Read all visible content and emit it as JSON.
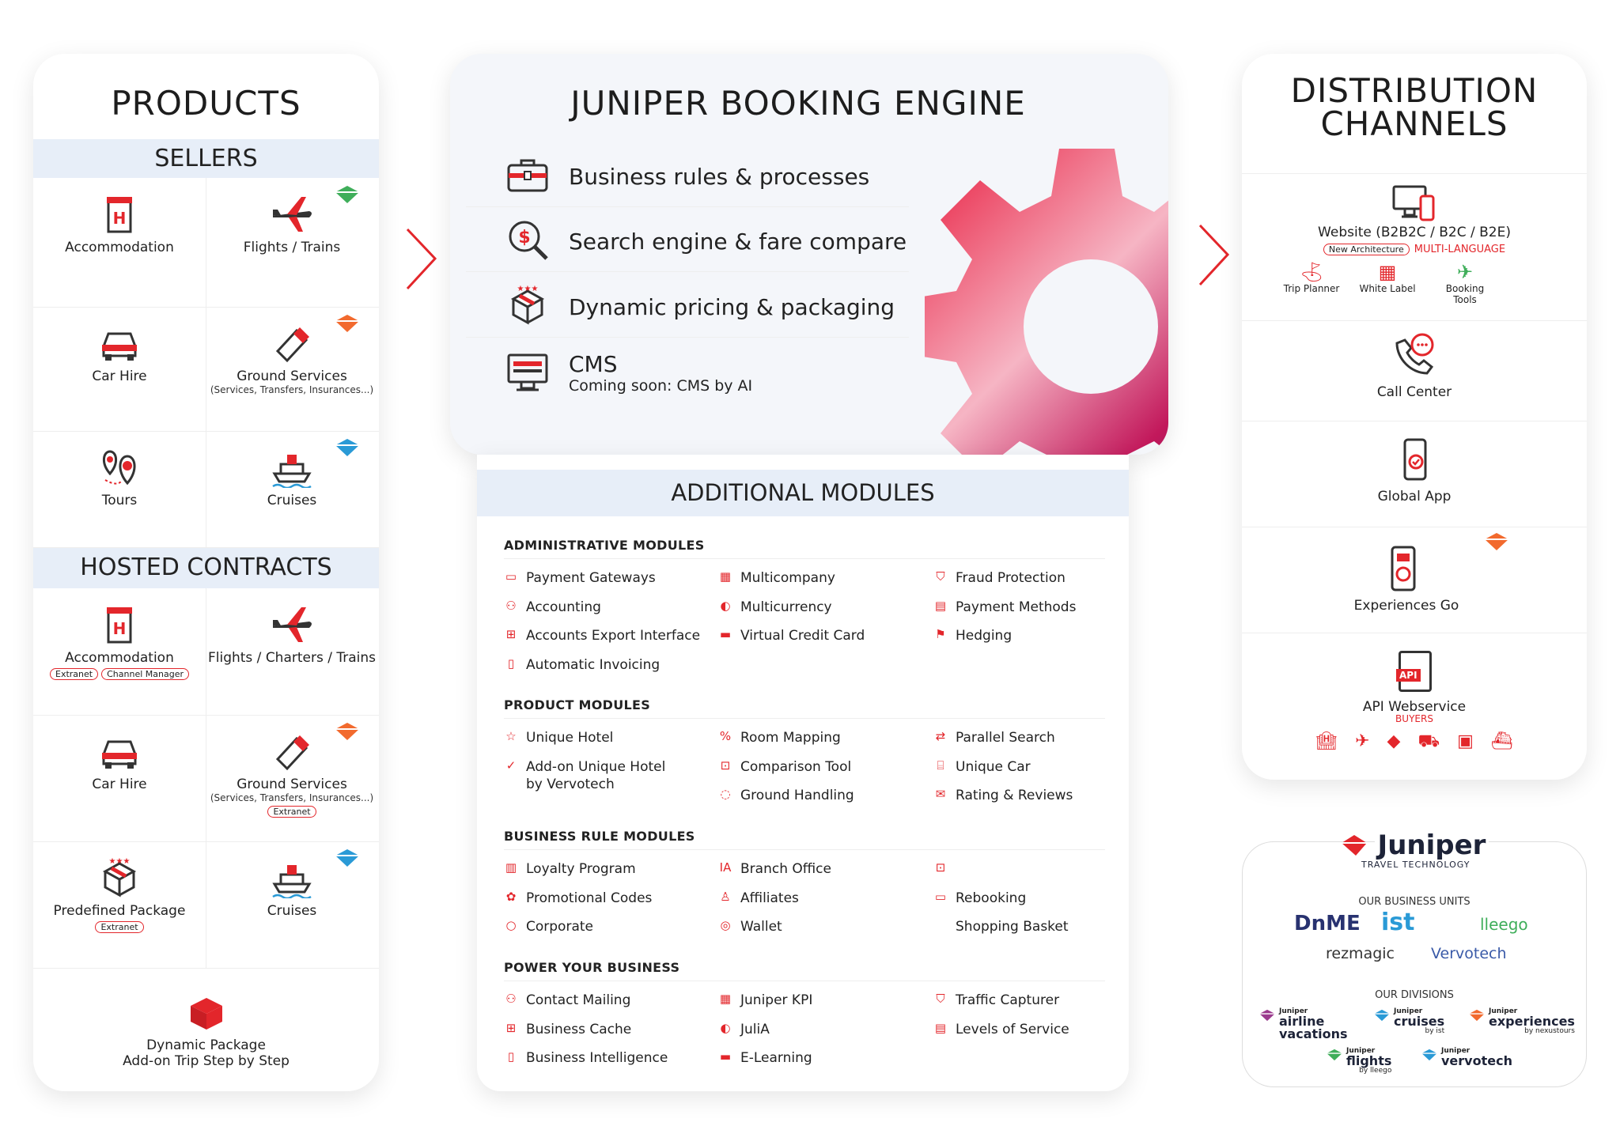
{
  "products": {
    "title": "PRODUCTS",
    "sellers_header": "SELLERS",
    "hosted_header": "HOSTED CONTRACTS",
    "sellers": [
      {
        "label": "Accommodation",
        "icon": "hotel-icon"
      },
      {
        "label": "Flights / Trains",
        "icon": "plane-icon"
      },
      {
        "label": "Car Hire",
        "icon": "car-icon"
      },
      {
        "label": "Ground Services",
        "sub": "(Services, Transfers, Insurances...)",
        "icon": "ticket-icon"
      },
      {
        "label": "Tours",
        "icon": "map-pin-icon"
      },
      {
        "label": "Cruises",
        "icon": "ship-icon"
      }
    ],
    "hosted": [
      {
        "label": "Accommodation",
        "tags": [
          "Extranet",
          "Channel Manager"
        ],
        "icon": "hotel-icon"
      },
      {
        "label": "Flights / Charters / Trains",
        "icon": "plane-icon"
      },
      {
        "label": "Car Hire",
        "icon": "car-icon"
      },
      {
        "label": "Ground Services",
        "sub": "(Services, Transfers, Insurances...)",
        "tags": [
          "Extranet"
        ],
        "icon": "ticket-icon"
      },
      {
        "label": "Predefined Package",
        "tags": [
          "Extranet"
        ],
        "icon": "package-icon"
      },
      {
        "label": "Cruises",
        "icon": "ship-icon"
      }
    ],
    "dynamic_package": {
      "line1": "Dynamic Package",
      "line2": "Add-on Trip Step by Step"
    }
  },
  "booking_engine": {
    "title": "JUNIPER BOOKING ENGINE",
    "items": [
      {
        "label": "Business rules & processes",
        "icon": "briefcase-icon"
      },
      {
        "label": "Search engine & fare compare",
        "icon": "dollar-search-icon"
      },
      {
        "label": "Dynamic pricing & packaging",
        "icon": "package-icon"
      },
      {
        "label": "CMS",
        "sub": "Coming soon: CMS by AI",
        "icon": "monitor-icon"
      }
    ]
  },
  "additional_modules": {
    "title": "ADDITIONAL MODULES",
    "sections": [
      {
        "title": "ADMINISTRATIVE MODULES",
        "columns": [
          [
            "Payment Gateways",
            "Accounting",
            "Accounts Export Interface",
            "Automatic Invoicing"
          ],
          [
            "Multicompany",
            "Multicurrency",
            "Virtual Credit Card"
          ],
          [
            "Fraud Protection",
            "Payment Methods",
            "Hedging"
          ]
        ]
      },
      {
        "title": "PRODUCT MODULES",
        "columns": [
          [
            "Unique Hotel",
            "Add-on Unique Hotel\nby Vervotech"
          ],
          [
            "Room Mapping",
            "Comparison Tool",
            "Ground Handling"
          ],
          [
            "Parallel Search",
            "Unique Car",
            "Rating & Reviews"
          ]
        ]
      },
      {
        "title": "BUSINESS RULE MODULES",
        "columns": [
          [
            "Loyalty Program",
            "Promotional Codes",
            "Corporate"
          ],
          [
            "Branch Office",
            "Affiliates",
            "Wallet"
          ],
          [
            "",
            "Rebooking",
            "Shopping Basket"
          ]
        ]
      },
      {
        "title": "POWER YOUR BUSINESS",
        "columns": [
          [
            "Contact Mailing",
            "Business Cache",
            "Business Intelligence"
          ],
          [
            "Juniper KPI",
            "JuliA",
            "E-Learning"
          ],
          [
            "Traffic Capturer",
            "Levels of Service"
          ]
        ]
      }
    ]
  },
  "distribution": {
    "title_line1": "DISTRIBUTION",
    "title_line2": "CHANNELS",
    "website": {
      "label": "Website (B2B2C / B2C / B2E)",
      "badge": "New Architecture",
      "multilang": "MULTI-LANGUAGE",
      "subs": [
        "Trip Planner",
        "White Label",
        "Booking Tools"
      ]
    },
    "call_center": "Call Center",
    "global_app": "Global App",
    "experiences_go": "Experiences Go",
    "api": {
      "label": "API Webservice",
      "sub": "BUYERS",
      "badge": "API"
    }
  },
  "juniper": {
    "logo": "Juniper",
    "tagline": "TRAVEL TECHNOLOGY",
    "units_title": "OUR BUSINESS UNITS",
    "units": [
      "DnME",
      "ist",
      "lleego",
      "rezmagic",
      "Vervotech"
    ],
    "divisions_title": "OUR DIVISIONS",
    "divisions": [
      {
        "brand": "Juniper",
        "name": "airline vacations",
        "by": ""
      },
      {
        "brand": "Juniper",
        "name": "cruises",
        "by": "by ist"
      },
      {
        "brand": "Juniper",
        "name": "experiences",
        "by": "by nexustours"
      },
      {
        "brand": "Juniper",
        "name": "flights",
        "by": "by lleego"
      },
      {
        "brand": "Juniper",
        "name": "vervotech",
        "by": ""
      }
    ]
  },
  "colors": {
    "accent": "#e3262b",
    "band": "#e7eef8",
    "green": "#3fae5a",
    "orange": "#f26a2e",
    "blue": "#2a9ad6",
    "purple": "#9b3b8e",
    "navy": "#283270"
  }
}
